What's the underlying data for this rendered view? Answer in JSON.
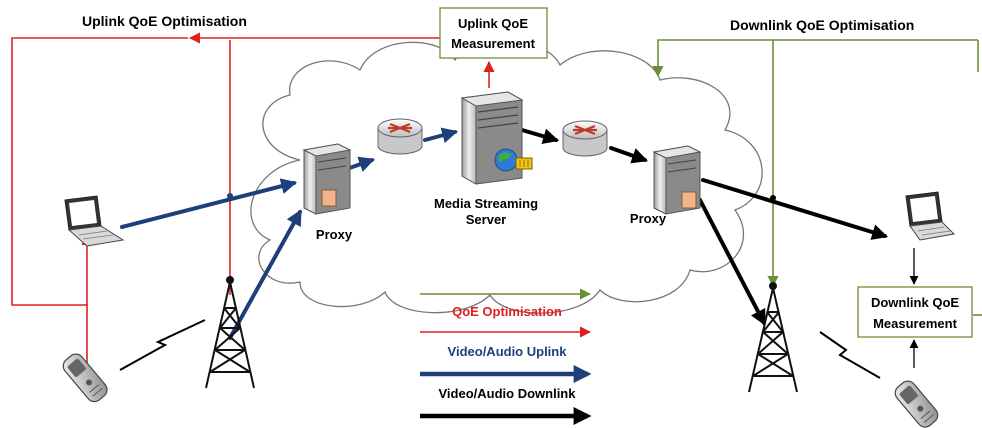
{
  "colors": {
    "qoe_optimisation": "#6b8e3a",
    "uplink_qoe": "#e02020",
    "video_uplink": "#1f3f7a",
    "video_downlink": "#000000",
    "cloud_stroke": "#777777"
  },
  "labels": {
    "uplink_qoe_optimisation": "Uplink QoE Optimisation",
    "downlink_qoe_optimisation": "Downlink QoE Optimisation",
    "uplink_measurement_line1": "Uplink QoE",
    "uplink_measurement_line2": "Measurement",
    "downlink_measurement_line1": "Downlink QoE",
    "downlink_measurement_line2": "Measurement",
    "server_line1": "Media Streaming",
    "server_line2": "Server",
    "proxy_left": "Proxy",
    "proxy_right": "Proxy"
  },
  "legend": {
    "qoe_optimisation": "QoE Optimisation",
    "video_uplink": "Video/Audio Uplink",
    "video_downlink": "Video/Audio Downlink"
  },
  "icons": {
    "router": "router-icon",
    "server": "server-icon",
    "proxy": "proxy-server-icon",
    "laptop": "laptop-icon",
    "phone": "mobile-phone-icon",
    "tower": "cell-tower-icon",
    "wireless": "wireless-link-icon"
  }
}
